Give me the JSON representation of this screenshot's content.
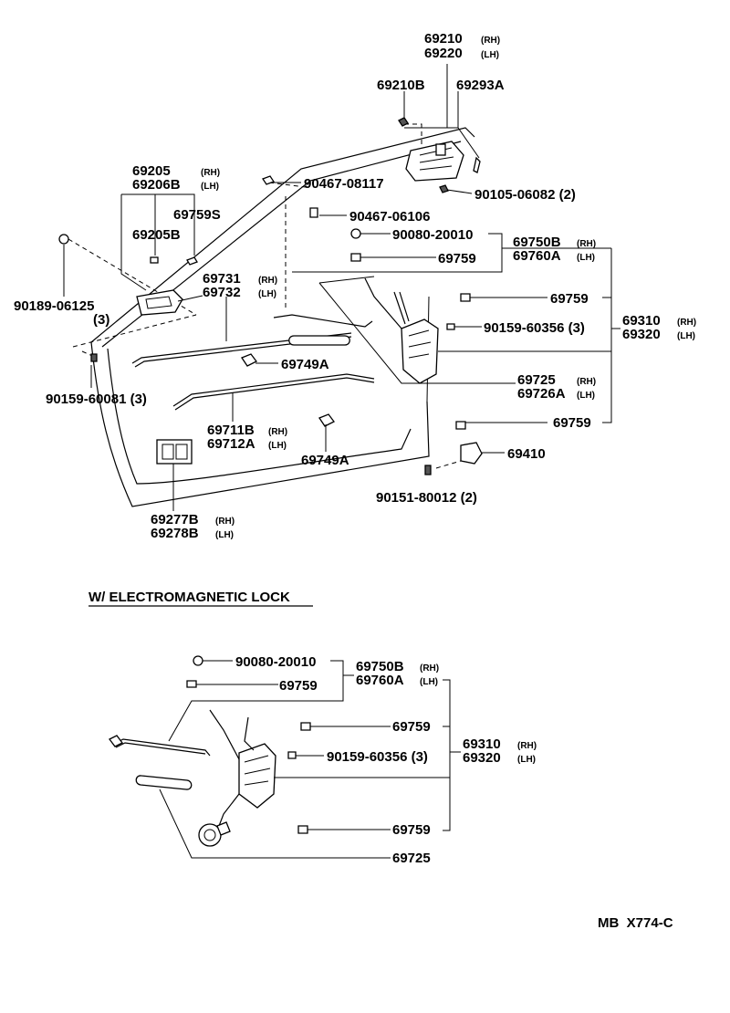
{
  "top": {
    "p69210": "69210",
    "p69210_s": "(RH)",
    "p69220": "69220",
    "p69220_s": "(LH)",
    "p69210B": "69210B",
    "p69293A": "69293A",
    "p69205": "69205",
    "p69205_s": "(RH)",
    "p69206B": "69206B",
    "p69206B_s": "(LH)",
    "p69759S": "69759S",
    "p69205B": "69205B",
    "p90467_08117": "90467-08117",
    "p90105_06082": "90105-06082 (2)",
    "p90467_06106": "90467-06106",
    "p90080_20010": "90080-20010",
    "p69750B": "69750B",
    "p69750B_s": "(RH)",
    "p69760A": "69760A",
    "p69760A_s": "(LH)",
    "p69759_a": "69759",
    "p90189_06125": "90189-06125",
    "p90189_qty": "(3)",
    "p69731": "69731",
    "p69731_s": "(RH)",
    "p69732": "69732",
    "p69732_s": "(LH)",
    "p69759_b": "69759",
    "p90159_60356": "90159-60356 (3)",
    "p69310": "69310",
    "p69310_s": "(RH)",
    "p69320": "69320",
    "p69320_s": "(LH)",
    "p69749A_a": "69749A",
    "p90159_60081": "90159-60081 (3)",
    "p69725": "69725",
    "p69725_s": "(RH)",
    "p69726A": "69726A",
    "p69726A_s": "(LH)",
    "p69759_c": "69759",
    "p69711B": "69711B",
    "p69711B_s": "(RH)",
    "p69712A": "69712A",
    "p69712A_s": "(LH)",
    "p69410": "69410",
    "p69749A_b": "69749A",
    "p90151_80012": "90151-80012 (2)",
    "p69277B": "69277B",
    "p69277B_s": "(RH)",
    "p69278B": "69278B",
    "p69278B_s": "(LH)"
  },
  "section_title": "W/ ELECTROMAGNETIC LOCK",
  "bottom": {
    "p90080_20010": "90080-20010",
    "p69750B": "69750B",
    "p69750B_s": "(RH)",
    "p69760A": "69760A",
    "p69760A_s": "(LH)",
    "p69759_a": "69759",
    "p69759_b": "69759",
    "p69310": "69310",
    "p69310_s": "(RH)",
    "p69320": "69320",
    "p69320_s": "(LH)",
    "p90159_60356": "90159-60356 (3)",
    "p69759_c": "69759",
    "p69725": "69725"
  },
  "footer_code": "MB  X774-C"
}
